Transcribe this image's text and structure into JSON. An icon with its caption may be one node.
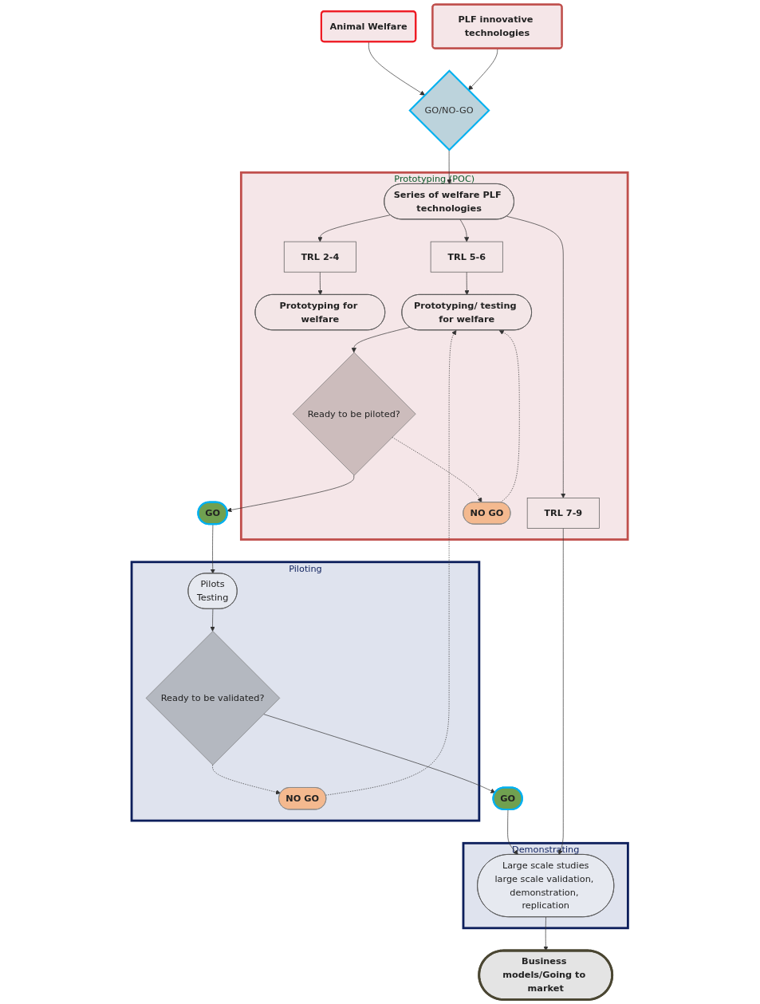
{
  "diagram": {
    "nodes": [
      {
        "text": [
          "Animal Welfare"
        ]
      },
      {
        "text": [
          "PLF innovative technologies"
        ]
      },
      {
        "text": [
          "GO/NO-GO"
        ]
      },
      {
        "text": [
          "Prototyping (POC)"
        ]
      },
      {
        "text": [
          "Series of welfare PLF technologies"
        ],
        "in": 3
      },
      {
        "text": [
          "TRL 2-4"
        ],
        "in": 3
      },
      {
        "text": [
          "TRL 5-6"
        ],
        "in": 3
      },
      {
        "text": [
          "TRL 7-9"
        ],
        "in": 3
      },
      {
        "text": [
          "Prototyping for welfare"
        ],
        "in": 3
      },
      {
        "text": [
          "Prototyping/ testing for welfare"
        ],
        "in": 3
      },
      {
        "text": [
          "NO GO"
        ],
        "in": 3
      },
      {
        "text": [
          "Ready to be piloted?"
        ],
        "in": 3
      },
      {
        "text": [
          "GO"
        ]
      },
      {
        "text": [
          "Piloting"
        ]
      },
      {
        "text": [
          "Pilots",
          "Testing"
        ],
        "in": 13
      },
      {
        "text": [
          "NO GO"
        ],
        "in": 13
      },
      {
        "text": [
          "Ready to be validated?"
        ],
        "in": 13
      },
      {
        "text": [
          "GO"
        ]
      },
      {
        "text": [
          "Demonstrating"
        ]
      },
      {
        "text": [
          "Large scale studies",
          "large scale validation, demonstration, replication"
        ],
        "in": 18
      },
      {
        "text": [
          "Business models/Going to market"
        ]
      }
    ],
    "edges": [
      {
        "from": 0,
        "to": 2,
        "arrow": "to"
      },
      {
        "from": 1,
        "to": 2,
        "arrow": "to"
      },
      {
        "from": 2,
        "to": 4,
        "arrow": "to"
      },
      {
        "from": 4,
        "to": 5,
        "arrow": "to"
      },
      {
        "from": 4,
        "to": 6,
        "arrow": "to"
      },
      {
        "from": 4,
        "to": 7,
        "arrow": "to"
      },
      {
        "from": 5,
        "to": 8,
        "arrow": "to"
      },
      {
        "from": 6,
        "to": 9,
        "arrow": "to"
      },
      {
        "from": 9,
        "to": 11,
        "arrow": "to"
      },
      {
        "from": 11,
        "to": 10,
        "arrow": "to",
        "style": "dashed"
      },
      {
        "from": 10,
        "to": 9,
        "arrow": "to",
        "style": "dashed"
      },
      {
        "from": 11,
        "to": 12,
        "arrow": "to"
      },
      {
        "from": 12,
        "to": 14,
        "arrow": "to"
      },
      {
        "from": 14,
        "to": 16,
        "arrow": "to"
      },
      {
        "from": 16,
        "to": 15,
        "arrow": "to",
        "style": "dashed"
      },
      {
        "from": 15,
        "to": 9,
        "arrow": "to",
        "style": "dashed"
      },
      {
        "from": 16,
        "to": 17,
        "arrow": "to"
      },
      {
        "from": 17,
        "to": 19,
        "arrow": "to"
      },
      {
        "from": 7,
        "to": 19,
        "arrow": "to"
      },
      {
        "from": 19,
        "to": 20,
        "arrow": "to"
      }
    ]
  }
}
